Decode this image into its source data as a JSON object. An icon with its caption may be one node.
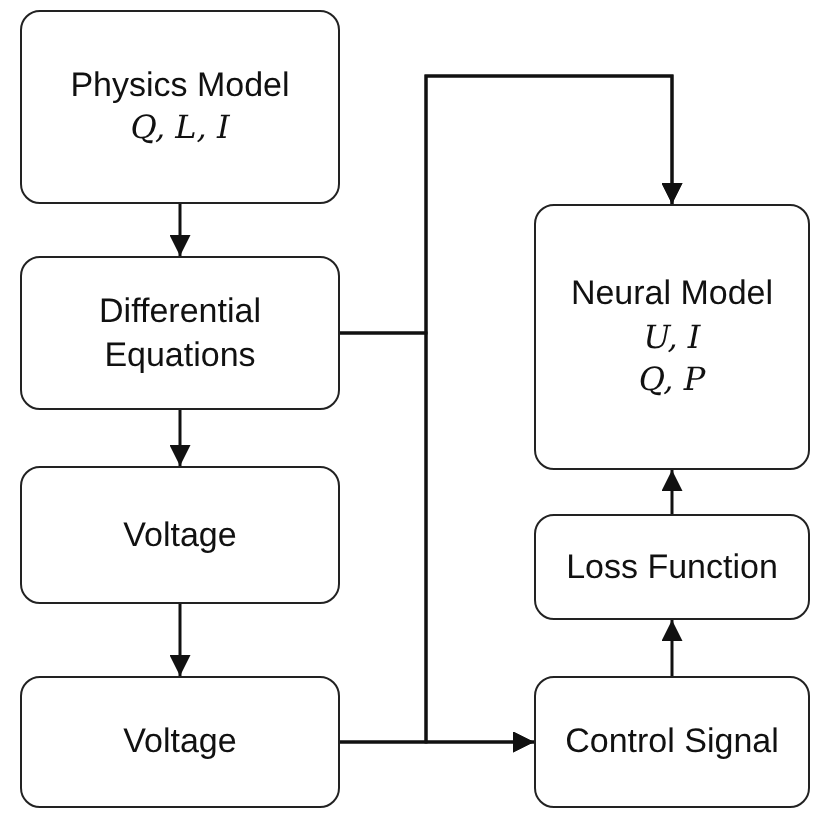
{
  "diagram": {
    "nodes": [
      {
        "text": [
          "Physics Model",
          "Q, L, I"
        ]
      },
      {
        "text": [
          "Differential Equations"
        ]
      },
      {
        "text": [
          "Voltage"
        ]
      },
      {
        "text": [
          "Voltage"
        ]
      },
      {
        "text": [
          "Neural Model",
          "U, I",
          "Q, P"
        ]
      },
      {
        "text": [
          "Loss Function"
        ]
      },
      {
        "text": [
          "Control Signal"
        ]
      }
    ],
    "edges": [
      {
        "from": 0,
        "to": 1,
        "arrow": "to"
      },
      {
        "from": 1,
        "to": 2,
        "arrow": "to"
      },
      {
        "from": 2,
        "to": 3,
        "arrow": "to"
      },
      {
        "from": 1,
        "to": 4,
        "arrow": "to"
      },
      {
        "from": 3,
        "to": 4,
        "arrow": "to"
      },
      {
        "from": 1,
        "to": 6,
        "arrow": "to"
      },
      {
        "from": 3,
        "to": 6,
        "arrow": "to"
      },
      {
        "from": 6,
        "to": 5,
        "arrow": "to"
      },
      {
        "from": 5,
        "to": 4,
        "arrow": "to"
      }
    ]
  }
}
